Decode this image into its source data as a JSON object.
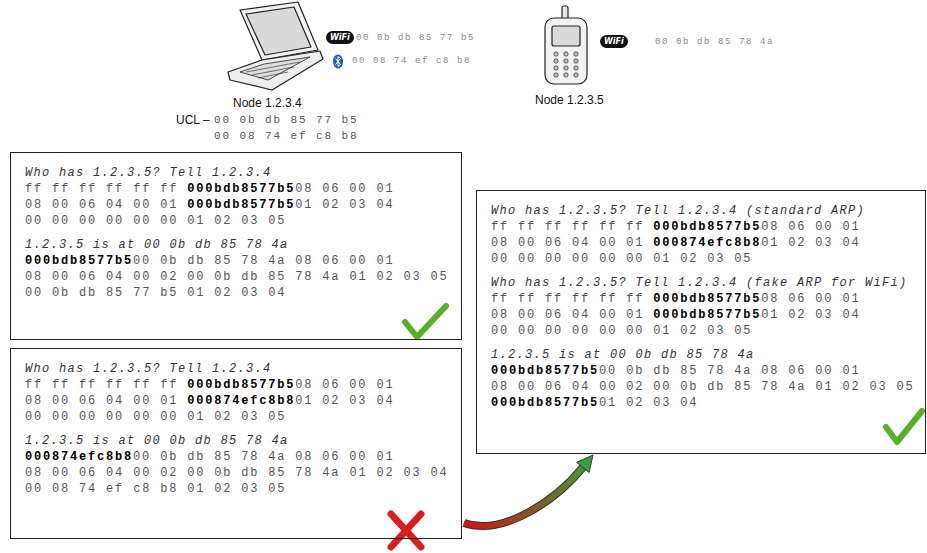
{
  "diagram": {
    "nodes": [
      {
        "text": [
          "Who has 1.2.3.5? Tell 1.2.3.4",
          "ff ff ff ff ff ff 00 0b db 85 77 b5 08 06 00 01 08 00 06 04 00 01 00 0b db 85 77 b5 01 02 03 04 00 00 00 00 00 00 01 02 03 05",
          "1.2.3.5 is at 00 0b db 85 78 4a",
          "00 0b db 85 77 b5 00 0b db 85 78 4a 08 06 00 01 08 00 06 04 00 02 00 0b db 85 78 4a 01 02 03 05 00 0b db 85 77 b5 01 02 03 04"
        ]
      },
      {
        "text": [
          "Who has 1.2.3.5? Tell 1.2.3.4",
          "ff ff ff ff ff ff 00 0b db 85 77 b5 08 06 00 01 08 00 06 04 00 01 00 08 74 ef c8 b8 01 02 03 04 00 00 00 00 00 00 01 02 03 05",
          "1.2.3.5 is at 00 0b db 85 78 4a",
          "00 08 74 ef c8 b8 00 0b db 85 78 4a 08 06 00 01 08 00 06 04 00 02 00 0b db 85 78 4a 01 02 03 04 00 08 74 ef c8 b8 01 02 03 05"
        ]
      },
      {
        "text": [
          "Who has 1.2.3.5? Tell 1.2.3.4 (standard ARP)",
          "ff ff ff ff ff ff 00 0b db 85 77 b5 08 06 00 01 08 00 06 04 00 01 00 08 74 ef c8 b8 01 02 03 04 00 00 00 00 00 00 01 02 03 05",
          "Who has 1.2.3.5? Tell 1.2.3.4 (fake ARP for WiFi)",
          "ff ff ff ff ff ff 00 0b db 85 77 b5 08 06 00 01 08 00 06 04 00 01 00 0b db 85 77 b5 01 02 03 04 00 00 00 00 00 00 01 02 03 05",
          "1.2.3.5 is at 00 0b db 85 78 4a",
          "00 0b db 85 77 b5 00 0b db 85 78 4a 08 06 00 01 08 00 06 04 00 02 00 0b db 85 78 4a 01 02 03 05 00 0b db 85 77 b5 01 02 03 04"
        ]
      }
    ],
    "edges": [
      {
        "from": 1,
        "to": 2,
        "arrow": "to"
      }
    ],
    "labels": [
      "WiFi",
      "00 0b db 85 77 b5",
      "00 08 74 ef c8 b8",
      "WiFi",
      "00 0b db 85 78 4a",
      "Node 1.2.3.4",
      "UCL –",
      "00 0b db 85 77 b5",
      "00 08 74 ef c8 b8",
      "Node 1.2.3.5"
    ]
  }
}
